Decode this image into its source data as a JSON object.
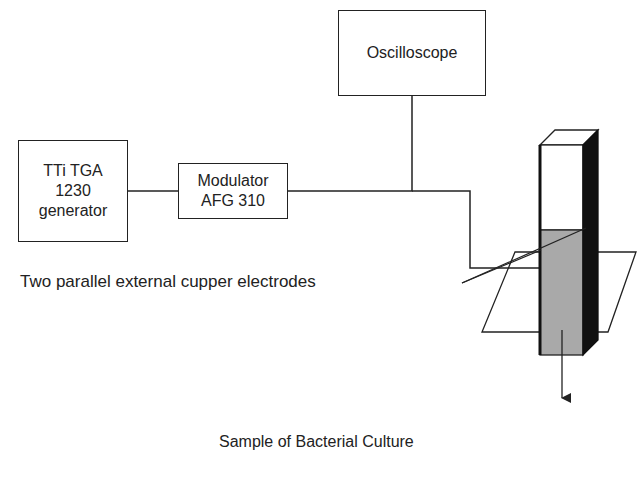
{
  "diagram": {
    "nodes": [
      {
        "text": [
          "TTi TGA 1230 generator"
        ]
      },
      {
        "text": [
          "Modulator AFG 310"
        ]
      },
      {
        "text": [
          "Oscilloscope"
        ]
      }
    ],
    "edges": [
      {
        "from": 0,
        "to": 1,
        "arrow": "none"
      },
      {
        "from": 1,
        "to": 2,
        "arrow": "none"
      }
    ],
    "labels": [
      "Two parallel external cupper electrodes",
      "Sample of Bacterial Culture"
    ]
  }
}
